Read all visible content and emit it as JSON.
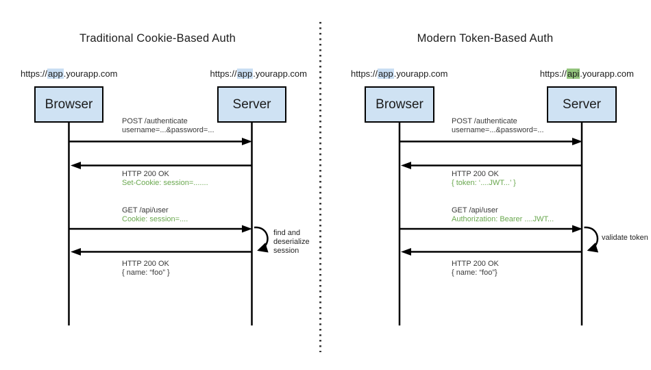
{
  "colors": {
    "box_fill": "#cfe2f3",
    "box_border": "#000000",
    "highlight_blue": "#c9def3",
    "highlight_green": "#93c47d",
    "green_header_text": "#6aa84f",
    "line_color": "#000000"
  },
  "left": {
    "title": "Traditional Cookie-Based Auth",
    "actors": {
      "browser": {
        "label": "Browser",
        "url_pre": "https://",
        "url_hl": "app",
        "url_post": ".yourapp.com"
      },
      "server": {
        "label": "Server",
        "url_pre": "https://",
        "url_hl": "app",
        "url_post": ".yourapp.com"
      }
    },
    "messages": [
      {
        "line1": "POST /authenticate",
        "line2": "username=...&password=..."
      },
      {
        "line1": "HTTP 200 OK",
        "line2": "Set-Cookie: session=......."
      },
      {
        "line1": "GET /api/user",
        "line2": "Cookie: session=...."
      },
      {
        "line1": "HTTP 200 OK",
        "line2": "{ name: “foo” }"
      }
    ],
    "loop_lines": [
      "find and",
      "deserialize",
      "session"
    ]
  },
  "right": {
    "title": "Modern Token-Based Auth",
    "actors": {
      "browser": {
        "label": "Browser",
        "url_pre": "https://",
        "url_hl": "app",
        "url_post": ".yourapp.com"
      },
      "server": {
        "label": "Server",
        "url_pre": "https://",
        "url_hl": "api",
        "url_post": ".yourapp.com"
      }
    },
    "messages": [
      {
        "line1": "POST /authenticate",
        "line2": "username=...&password=..."
      },
      {
        "line1": "HTTP 200 OK",
        "line2": "{ token: ‘....JWT...’ }"
      },
      {
        "line1": "GET /api/user",
        "line2": "Authorization: Bearer ....JWT..."
      },
      {
        "line1": "HTTP 200 OK",
        "line2": "{ name: “foo”}"
      }
    ],
    "loop_lines": [
      "validate token"
    ]
  }
}
